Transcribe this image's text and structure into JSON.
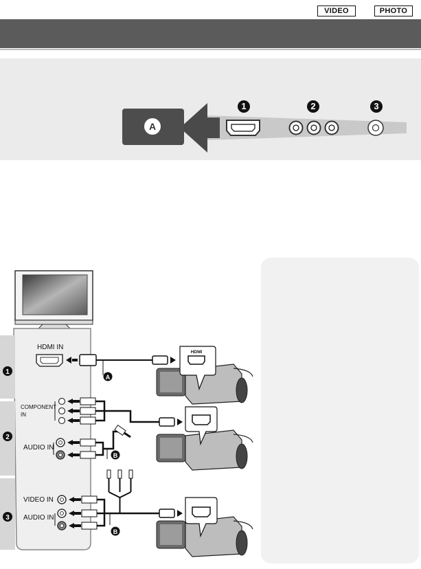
{
  "header": {
    "badges": [
      "VIDEO",
      "PHOTO"
    ]
  },
  "connector_panel": {
    "label_a": "A",
    "numbers": [
      "1",
      "2",
      "3"
    ]
  },
  "diagram": {
    "sections": [
      "1",
      "2",
      "3"
    ],
    "tv_ports": {
      "hdmi_in": "HDMI IN",
      "component_in_line1": "COMPONENT",
      "component_in_line2": "IN",
      "audio_in_1": "AUDIO IN",
      "video_in": "VIDEO IN",
      "audio_in_2": "AUDIO IN"
    },
    "camera_port_label": "HDMI",
    "cable_labels": [
      "A",
      "B",
      "B"
    ]
  }
}
